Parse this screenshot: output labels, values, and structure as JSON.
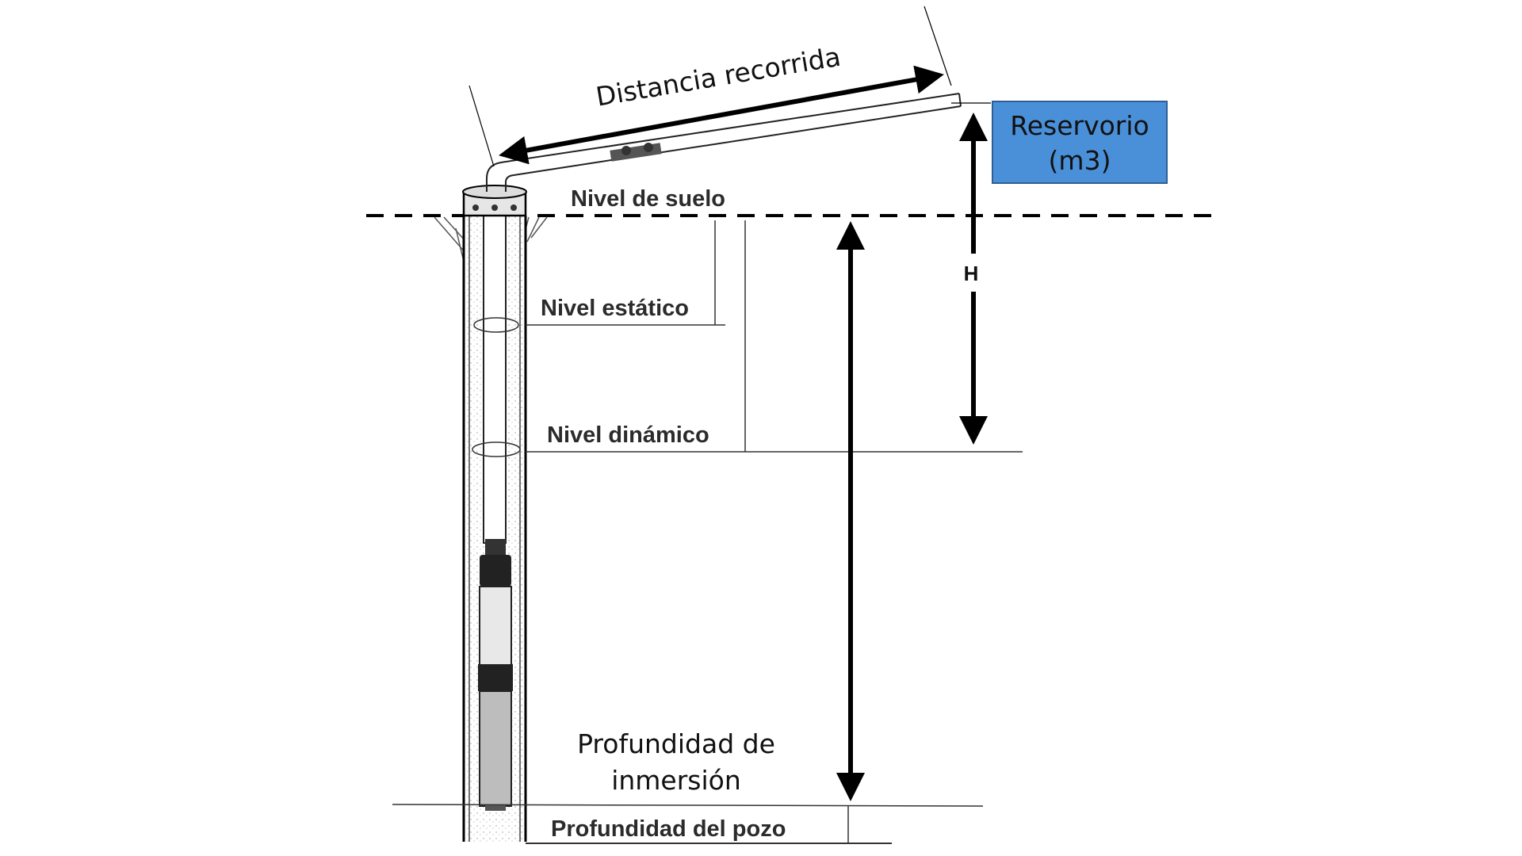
{
  "labels": {
    "distance": "Distancia recorrida",
    "reservoir_line1": "Reservorio",
    "reservoir_line2": "(m3)",
    "ground_level": "Nivel de suelo",
    "static_level": "Nivel estático",
    "dynamic_level": "Nivel dinámico",
    "head": "H",
    "immersion_line1": "Profundidad de",
    "immersion_line2": "inmersión",
    "well_depth": "Profundidad del pozo"
  },
  "colors": {
    "reservoir_fill": "#4a90d9",
    "reservoir_border": "#2e5f94",
    "line": "#000000"
  }
}
